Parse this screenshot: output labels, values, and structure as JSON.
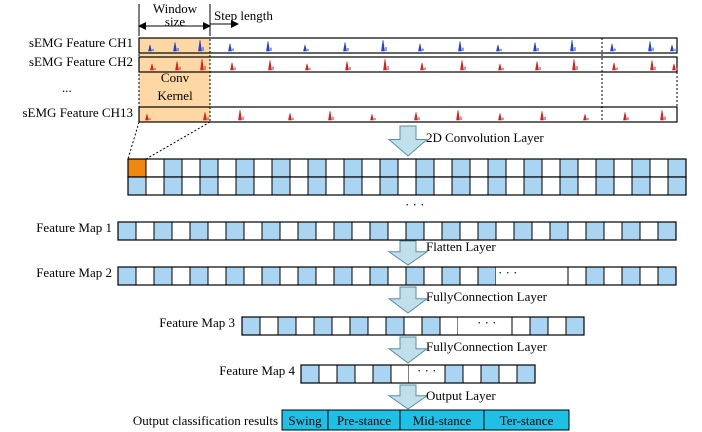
{
  "header": {
    "window_size_line1": "Window",
    "window_size_line2": "size",
    "step_length": "Step length"
  },
  "channels": [
    {
      "label": "sEMG Feature CH1",
      "color": "#1f3fd6"
    },
    {
      "label": "sEMG Feature CH2",
      "color": "#d81e1e"
    },
    {
      "label": "...",
      "color": ""
    },
    {
      "label": "sEMG Feature CH13",
      "color": "#d81e1e"
    }
  ],
  "kernel": {
    "line1": "Conv",
    "line2": "Kernel",
    "color": "#fdd7a4",
    "cell_color": "#f0870f"
  },
  "layers": {
    "conv": "2D Convolution Layer",
    "flatten": "Flatten Layer",
    "fc1": "FullyConnection Layer",
    "fc2": "FullyConnection Layer",
    "output": "Output Layer"
  },
  "ellipsis": "· · ·",
  "feature_maps": {
    "fm1": "Feature Map 1",
    "fm2": "Feature Map 2",
    "fm3": "Feature Map 3",
    "fm4": "Feature Map 4"
  },
  "output": {
    "label": "Output classification results",
    "classes": [
      "Swing",
      "Pre-stance",
      "Mid-stance",
      "Ter-stance"
    ],
    "color": "#1fc0e6"
  },
  "colors": {
    "cell_blue": "#a9d4f2",
    "arrow": "#bfe0ea"
  }
}
